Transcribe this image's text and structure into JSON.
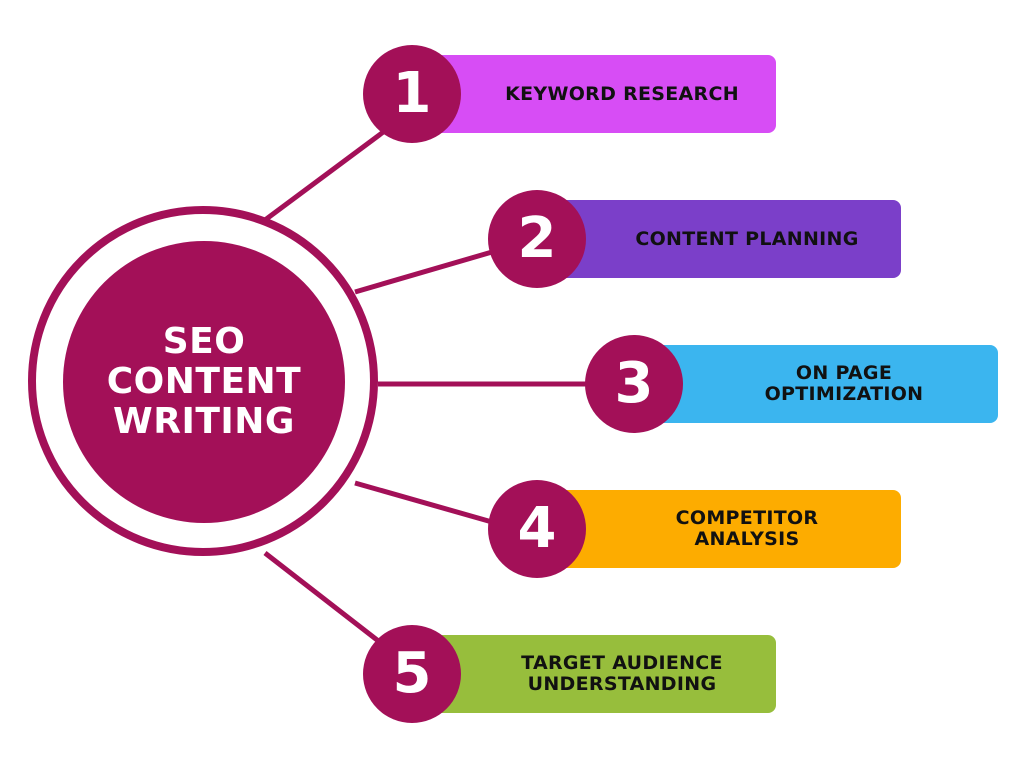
{
  "hub": {
    "title": "SEO CONTENT WRITING",
    "color": "#a31058"
  },
  "steps": [
    {
      "number": "1",
      "label": "KEYWORD RESEARCH",
      "color": "#d74df5"
    },
    {
      "number": "2",
      "label": "CONTENT PLANNING",
      "color": "#7b3fc9"
    },
    {
      "number": "3",
      "label": "ON PAGE OPTIMIZATION",
      "color": "#3bb5ef"
    },
    {
      "number": "4",
      "label": "COMPETITOR ANALYSIS",
      "color": "#fdac00"
    },
    {
      "number": "5",
      "label": "TARGET AUDIENCE UNDERSTANDING",
      "color": "#97be3c"
    }
  ]
}
